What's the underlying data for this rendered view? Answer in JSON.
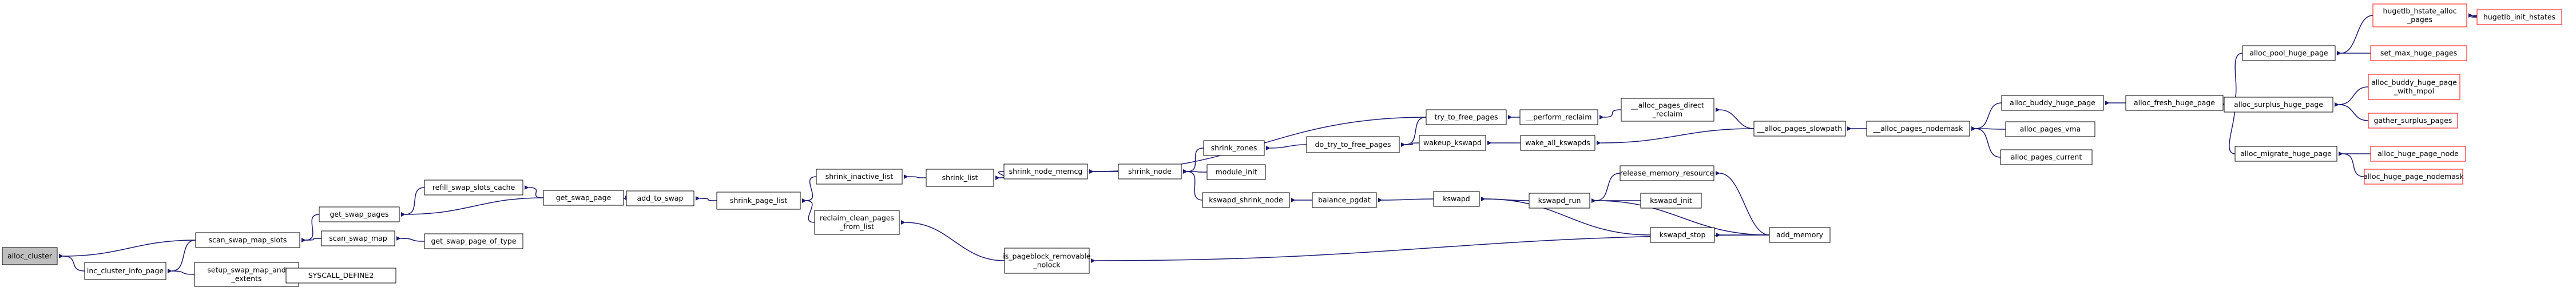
{
  "colors": {
    "edge": "#191970",
    "box_border": "#000000",
    "box_border_red": "#ff0000",
    "box_fill": "#ffffff",
    "start_fill": "#bfbfbf"
  },
  "nodes": [
    {
      "id": "alloc_cluster",
      "label": [
        "alloc_cluster"
      ],
      "style": "start"
    },
    {
      "id": "scan_swap_map_slots",
      "label": [
        "scan_swap_map_slots"
      ],
      "style": "normal"
    },
    {
      "id": "inc_cluster_info_page",
      "label": [
        "inc_cluster_info_page"
      ],
      "style": "normal"
    },
    {
      "id": "get_swap_pages",
      "label": [
        "get_swap_pages"
      ],
      "style": "normal"
    },
    {
      "id": "scan_swap_map",
      "label": [
        "scan_swap_map"
      ],
      "style": "normal"
    },
    {
      "id": "setup_swap_map_and_extents",
      "label": [
        "setup_swap_map_and",
        "_extents"
      ],
      "style": "normal"
    },
    {
      "id": "refill_swap_slots_cache",
      "label": [
        "refill_swap_slots_cache"
      ],
      "style": "normal"
    },
    {
      "id": "get_swap_page",
      "label": [
        "get_swap_page"
      ],
      "style": "normal"
    },
    {
      "id": "get_swap_page_of_type",
      "label": [
        "get_swap_page_of_type"
      ],
      "style": "normal"
    },
    {
      "id": "SYSCALL_DEFINE2",
      "label": [
        "SYSCALL_DEFINE2"
      ],
      "style": "normal"
    },
    {
      "id": "add_to_swap",
      "label": [
        "add_to_swap"
      ],
      "style": "normal"
    },
    {
      "id": "shrink_page_list",
      "label": [
        "shrink_page_list"
      ],
      "style": "normal"
    },
    {
      "id": "shrink_inactive_list",
      "label": [
        "shrink_inactive_list"
      ],
      "style": "normal"
    },
    {
      "id": "reclaim_clean_pages_from_list",
      "label": [
        "reclaim_clean_pages",
        "_from_list"
      ],
      "style": "normal"
    },
    {
      "id": "shrink_list",
      "label": [
        "shrink_list"
      ],
      "style": "normal"
    },
    {
      "id": "is_pageblock_removable_nolock",
      "label": [
        "is_pageblock_removable",
        "_nolock"
      ],
      "style": "normal"
    },
    {
      "id": "shrink_node_memcg",
      "label": [
        "shrink_node_memcg"
      ],
      "style": "normal"
    },
    {
      "id": "shrink_node",
      "label": [
        "shrink_node"
      ],
      "style": "normal"
    },
    {
      "id": "shrink_zones",
      "label": [
        "shrink_zones"
      ],
      "style": "normal"
    },
    {
      "id": "module_init",
      "label": [
        "module_init"
      ],
      "style": "normal"
    },
    {
      "id": "kswapd_shrink_node",
      "label": [
        "kswapd_shrink_node"
      ],
      "style": "normal"
    },
    {
      "id": "do_try_to_free_pages",
      "label": [
        "do_try_to_free_pages"
      ],
      "style": "normal"
    },
    {
      "id": "balance_pgdat",
      "label": [
        "balance_pgdat"
      ],
      "style": "normal"
    },
    {
      "id": "try_to_free_pages",
      "label": [
        "try_to_free_pages"
      ],
      "style": "normal"
    },
    {
      "id": "wakeup_kswapd",
      "label": [
        "wakeup_kswapd"
      ],
      "style": "normal"
    },
    {
      "id": "kswapd",
      "label": [
        "kswapd"
      ],
      "style": "normal"
    },
    {
      "id": "perform_reclaim",
      "label": [
        "__perform_reclaim"
      ],
      "style": "normal"
    },
    {
      "id": "wake_all_kswapds",
      "label": [
        "wake_all_kswapds"
      ],
      "style": "normal"
    },
    {
      "id": "kswapd_run",
      "label": [
        "kswapd_run"
      ],
      "style": "normal"
    },
    {
      "id": "kswapd_stop",
      "label": [
        "kswapd_stop"
      ],
      "style": "normal"
    },
    {
      "id": "alloc_pages_direct_reclaim",
      "label": [
        "__alloc_pages_direct",
        "_reclaim"
      ],
      "style": "normal"
    },
    {
      "id": "release_memory_resource",
      "label": [
        "release_memory_resource"
      ],
      "style": "normal"
    },
    {
      "id": "kswapd_init",
      "label": [
        "kswapd_init"
      ],
      "style": "normal"
    },
    {
      "id": "add_memory",
      "label": [
        "add_memory"
      ],
      "style": "normal"
    },
    {
      "id": "alloc_pages_slowpath",
      "label": [
        "__alloc_pages_slowpath"
      ],
      "style": "normal"
    },
    {
      "id": "alloc_pages_nodemask",
      "label": [
        "__alloc_pages_nodemask"
      ],
      "style": "normal"
    },
    {
      "id": "alloc_buddy_huge_page",
      "label": [
        "alloc_buddy_huge_page"
      ],
      "style": "normal"
    },
    {
      "id": "alloc_pages_vma",
      "label": [
        "alloc_pages_vma"
      ],
      "style": "normal"
    },
    {
      "id": "alloc_pages_current",
      "label": [
        "alloc_pages_current"
      ],
      "style": "normal"
    },
    {
      "id": "alloc_fresh_huge_page",
      "label": [
        "alloc_fresh_huge_page"
      ],
      "style": "normal"
    },
    {
      "id": "alloc_pool_huge_page",
      "label": [
        "alloc_pool_huge_page"
      ],
      "style": "normal"
    },
    {
      "id": "alloc_surplus_huge_page",
      "label": [
        "alloc_surplus_huge_page"
      ],
      "style": "normal"
    },
    {
      "id": "alloc_migrate_huge_page",
      "label": [
        "alloc_migrate_huge_page"
      ],
      "style": "normal"
    },
    {
      "id": "hugetlb_hstate_alloc_pages",
      "label": [
        "hugetlb_hstate_alloc",
        "_pages"
      ],
      "style": "red"
    },
    {
      "id": "set_max_huge_pages",
      "label": [
        "set_max_huge_pages"
      ],
      "style": "red"
    },
    {
      "id": "alloc_buddy_huge_page_with_mpol",
      "label": [
        "alloc_buddy_huge_page",
        "_with_mpol"
      ],
      "style": "red"
    },
    {
      "id": "gather_surplus_pages",
      "label": [
        "gather_surplus_pages"
      ],
      "style": "red"
    },
    {
      "id": "alloc_huge_page_node",
      "label": [
        "alloc_huge_page_node"
      ],
      "style": "red"
    },
    {
      "id": "alloc_huge_page_nodemask",
      "label": [
        "alloc_huge_page_nodemask"
      ],
      "style": "red"
    },
    {
      "id": "hugetlb_init_hstates",
      "label": [
        "hugetlb_init_hstates"
      ],
      "style": "red"
    }
  ]
}
